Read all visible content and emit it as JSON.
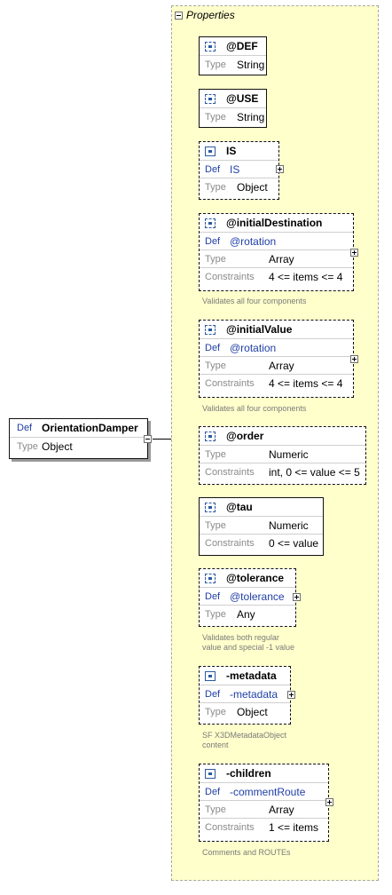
{
  "root": {
    "def_label": "Def",
    "name": "OrientationDamper",
    "type_label": "Type",
    "type_value": "Object"
  },
  "properties_title": "Properties",
  "items": [
    {
      "name": "@DEF",
      "type_label": "Type",
      "type_value": "String"
    },
    {
      "name": "@USE",
      "type_label": "Type",
      "type_value": "String"
    },
    {
      "name": "IS",
      "def_label": "Def",
      "def_value": "IS",
      "type_label": "Type",
      "type_value": "Object"
    },
    {
      "name": "@initialDestination",
      "def_label": "Def",
      "def_value": "@rotation",
      "type_label": "Type",
      "type_value": "Array",
      "constraints_label": "Constraints",
      "constraints_value": "4 <= items <= 4",
      "note": "Validates all four components"
    },
    {
      "name": "@initialValue",
      "def_label": "Def",
      "def_value": "@rotation",
      "type_label": "Type",
      "type_value": "Array",
      "constraints_label": "Constraints",
      "constraints_value": "4 <= items <= 4",
      "note": "Validates all four components"
    },
    {
      "name": "@order",
      "type_label": "Type",
      "type_value": "Numeric",
      "constraints_label": "Constraints",
      "constraints_value": "int, 0 <= value <= 5"
    },
    {
      "name": "@tau",
      "type_label": "Type",
      "type_value": "Numeric",
      "constraints_label": "Constraints",
      "constraints_value": "0 <= value"
    },
    {
      "name": "@tolerance",
      "def_label": "Def",
      "def_value": "@tolerance",
      "type_label": "Type",
      "type_value": "Any",
      "note_line1": "Validates both regular",
      "note_line2": "value and special -1 value"
    },
    {
      "name": "-metadata",
      "def_label": "Def",
      "def_value": "-metadata",
      "type_label": "Type",
      "type_value": "Object",
      "note_line1": "SF X3DMetadataObject",
      "note_line2": "content"
    },
    {
      "name": "-children",
      "def_label": "Def",
      "def_value": "-commentRoute",
      "type_label": "Type",
      "type_value": "Array",
      "constraints_label": "Constraints",
      "constraints_value": "1 <= items",
      "note": "Comments and ROUTEs"
    }
  ]
}
